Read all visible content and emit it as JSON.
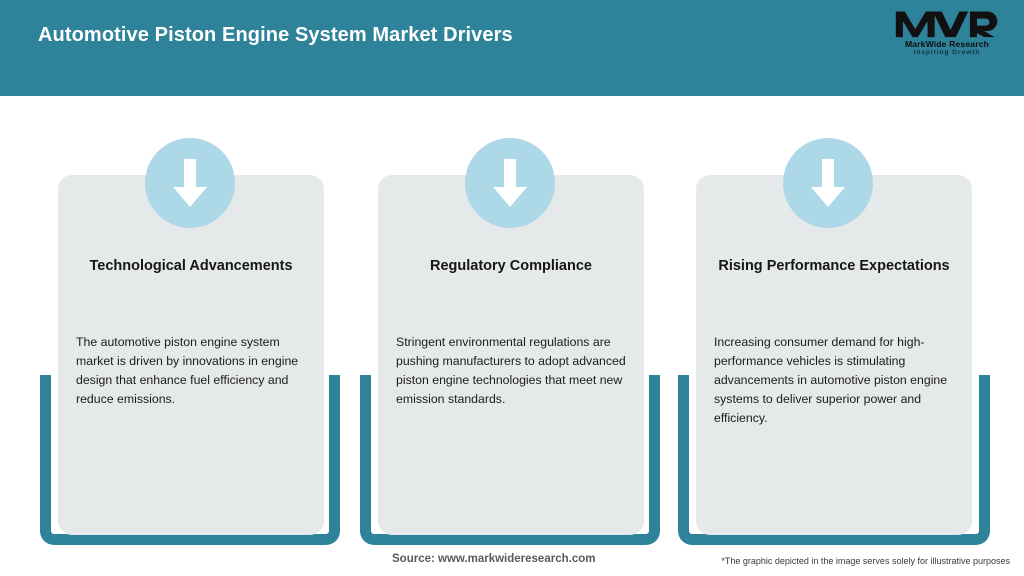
{
  "header": {
    "title": "Automotive Piston Engine System Market Drivers",
    "background_color": "#2E8299",
    "title_color": "#FFFFFF",
    "logo": {
      "mark": "MWR",
      "name": "MarkWide Research",
      "tagline": "Inspiring Growth"
    }
  },
  "theme": {
    "accent_teal": "#2E8299",
    "card_bg": "#E6E9EA",
    "badge_blue": "#ADD8E8",
    "arrow_color": "#FFFFFF"
  },
  "cards": [
    {
      "icon": "arrow-down-icon",
      "title": "Technological Advancements",
      "body": "The automotive piston engine system market is driven by innovations in engine design that enhance fuel efficiency and reduce emissions."
    },
    {
      "icon": "arrow-down-icon",
      "title": "Regulatory Compliance",
      "body": "Stringent environmental regulations are pushing manufacturers to adopt advanced piston engine technologies that meet new emission standards."
    },
    {
      "icon": "arrow-down-icon",
      "title": "Rising Performance Expectations",
      "body": "Increasing consumer demand for high-performance vehicles is stimulating advancements in automotive piston engine systems to deliver superior power and efficiency."
    }
  ],
  "footer": {
    "source": "Source: www.markwideresearch.com",
    "disclaimer": "*The graphic depicted in the image serves solely for illustrative purposes"
  }
}
